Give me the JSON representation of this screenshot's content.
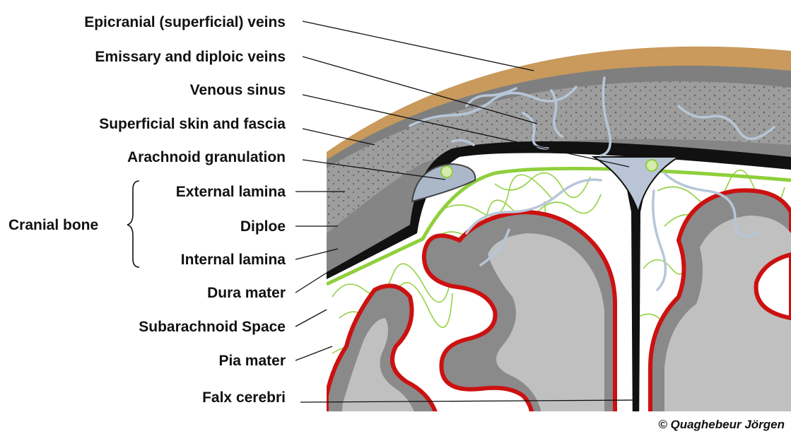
{
  "labels": {
    "epicranial_veins": "Epicranial (superficial) veins",
    "emissary_diploic_veins": "Emissary and diploic veins",
    "venous_sinus": "Venous sinus",
    "skin_fascia": "Superficial skin and fascia",
    "arachnoid_granulation": "Arachnoid granulation",
    "cranial_bone": "Cranial bone",
    "external_lamina": "External lamina",
    "diploe": "Diploe",
    "internal_lamina": "Internal lamina",
    "dura_mater": "Dura mater",
    "subarachnoid_space": "Subarachnoid Space",
    "pia_mater": "Pia mater",
    "falx_cerebri": "Falx cerebri"
  },
  "credit": "© Quaghebeur Jörgen",
  "colors": {
    "skin": "#c99a5c",
    "bone_outer": "#7d7d7d",
    "diploe": "#9c9c9c",
    "dura": "#111111",
    "sinus": "#b9c5d6",
    "subarachnoid": "#ffffff",
    "arachnoid_trabeculae": "#8fcf3c",
    "pia": "#cc1111",
    "cortex": "#8a8a8a",
    "white_matter": "#bdbdbd",
    "vein": "#b7c6d9"
  }
}
